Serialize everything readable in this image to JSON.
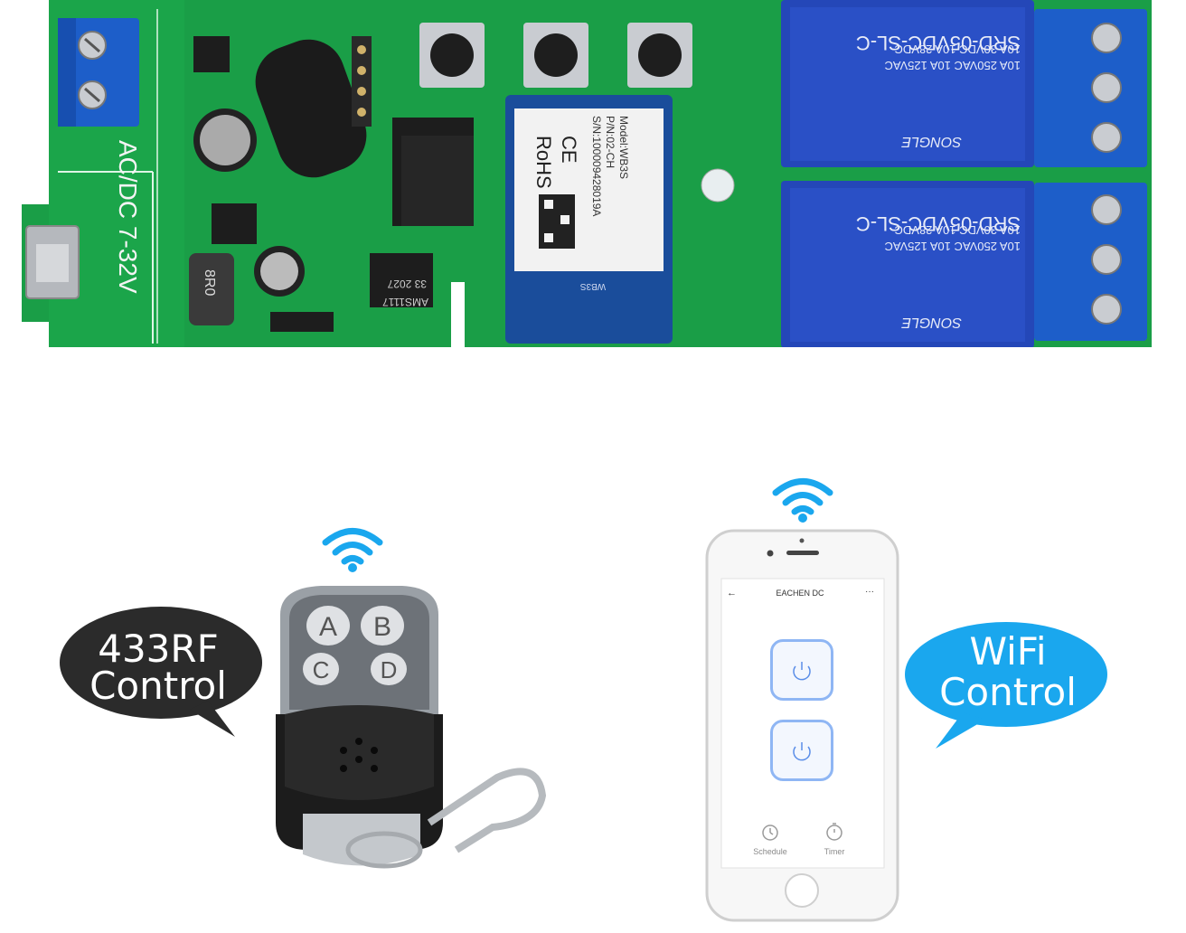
{
  "board": {
    "power_label": "AC/DC 7-32V",
    "relay1": {
      "model": "SRD-05VDC-SL-C",
      "rating1": "10A 250VAC  10A 125VAC",
      "rating2": "10A 30VDC  10A 28VDC",
      "brand": "SONGLE"
    },
    "relay2": {
      "model": "SRD-05VDC-SL-C",
      "rating1": "10A 250VAC  10A 125VAC",
      "rating2": "10A 30VDC  10A 28VDC",
      "brand": "SONGLE"
    },
    "module": {
      "model": "Model:WB3S",
      "pn": "P/N:02-CH",
      "sn": "S/N:100009428019A",
      "ce": "CE",
      "rohs": "RoHS",
      "antenna_label": "WB3S"
    },
    "regulator": "AMS1117",
    "regulator_code": "33 2027",
    "inductor": "8R0"
  },
  "rf": {
    "bubble_line1": "433RF",
    "bubble_line2": "Control",
    "buttons": [
      "A",
      "B",
      "C",
      "D"
    ]
  },
  "wifi": {
    "bubble_line1": "WiFi",
    "bubble_line2": "Control",
    "app_title": "EACHEN DC",
    "back_glyph": "←",
    "more_glyph": "···",
    "tab_schedule": "Schedule",
    "tab_timer": "Timer"
  },
  "colors": {
    "pcb": "#17a34a",
    "relay": "#2447b8",
    "terminal": "#1d5ec9",
    "bubble_dark": "#2b2b2b",
    "bubble_blue": "#1aa7ee",
    "wifi_icon": "#1aa7ee",
    "switch_border": "#8fb6f4"
  }
}
